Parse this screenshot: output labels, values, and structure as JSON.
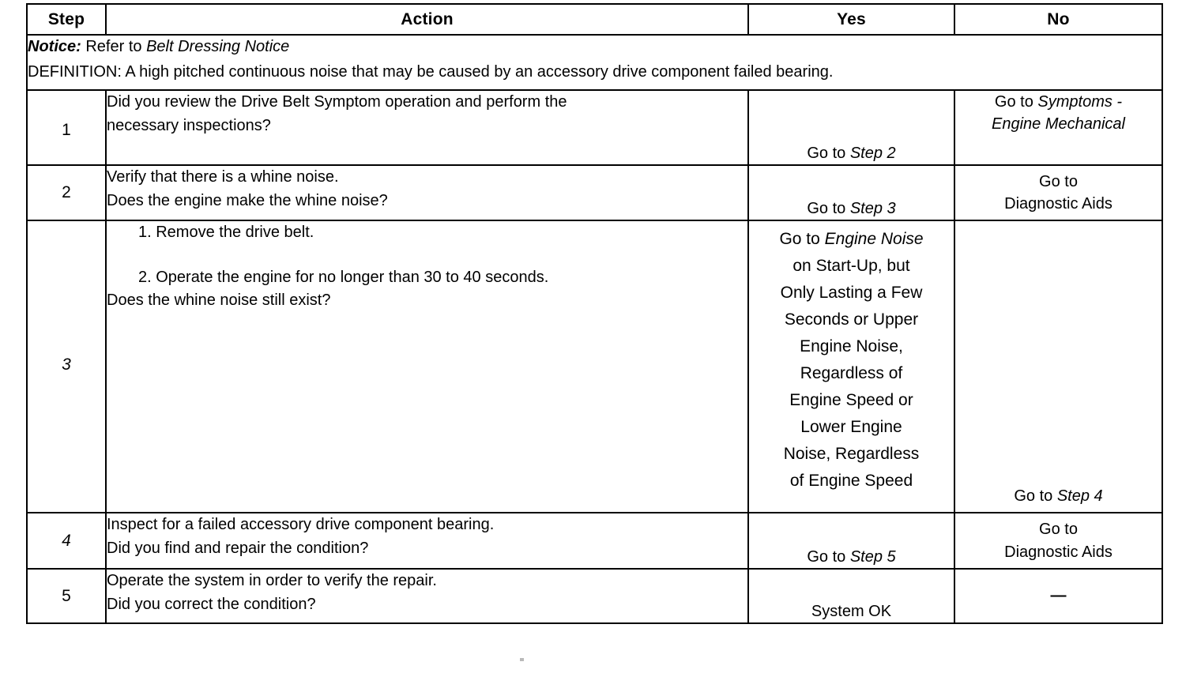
{
  "table": {
    "columns": [
      {
        "key": "step",
        "label": "Step"
      },
      {
        "key": "action",
        "label": "Action"
      },
      {
        "key": "yes",
        "label": "Yes"
      },
      {
        "key": "no",
        "label": "No"
      }
    ],
    "notice": {
      "label": "Notice:",
      "text_plain": "Refer to",
      "text_italic": "Belt Dressing Notice",
      "definition": "DEFINITION: A high pitched continuous noise that may be caused by an accessory drive component failed bearing."
    },
    "rows": [
      {
        "step": "1",
        "step_italic": false,
        "action_lines": [
          "Did you review the Drive Belt Symptom operation and perform the",
          "necessary inspections?"
        ],
        "yes_lines": [
          {
            "plain": "Go to ",
            "italic": "Step 2"
          }
        ],
        "no_lines": [
          {
            "plain": "Go to ",
            "italic": "Symptoms -"
          },
          {
            "plain": "",
            "italic": "Engine Mechanical"
          }
        ]
      },
      {
        "step": "2",
        "step_italic": false,
        "action_lines": [
          "Verify that there is a whine noise.",
          "Does the engine make the whine noise?"
        ],
        "yes_lines": [
          {
            "plain": "Go to ",
            "italic": "Step 3"
          }
        ],
        "no_lines": [
          {
            "plain": "Go to",
            "italic": ""
          },
          {
            "plain": "Diagnostic Aids",
            "italic": ""
          }
        ]
      },
      {
        "step": "3",
        "step_italic": true,
        "action_numbered": [
          "1.  Remove the drive belt.",
          "2.  Operate the engine for no longer than 30 to 40 seconds."
        ],
        "action_question": "Does the whine noise still exist?",
        "yes_lines": [
          {
            "plain": "Go to ",
            "italic": "Engine Noise"
          },
          {
            "plain": "on  Start-Up, but",
            "italic": ""
          },
          {
            "plain": "Only Lasting a Few",
            "italic": ""
          },
          {
            "plain": "Seconds or  Upper",
            "italic": ""
          },
          {
            "plain": "Engine Noise,",
            "italic": ""
          },
          {
            "plain": "Regardless of",
            "italic": ""
          },
          {
            "plain": "Engine Speed or",
            "italic": ""
          },
          {
            "plain": "Lower Engine",
            "italic": ""
          },
          {
            "plain": "Noise, Regardless",
            "italic": ""
          },
          {
            "plain": "of Engine Speed",
            "italic": ""
          }
        ],
        "no_lines": [
          {
            "plain": "Go to ",
            "italic": "Step 4"
          }
        ]
      },
      {
        "step": "4",
        "step_italic": true,
        "action_lines": [
          "Inspect for a failed accessory drive component bearing.",
          "Did you find and repair the condition?"
        ],
        "yes_lines": [
          {
            "plain": "Go to ",
            "italic": "Step 5"
          }
        ],
        "no_lines": [
          {
            "plain": "Go to",
            "italic": ""
          },
          {
            "plain": "Diagnostic Aids",
            "italic": ""
          }
        ]
      },
      {
        "step": "5",
        "step_italic": false,
        "action_lines": [
          "Operate the system in order to verify the repair.",
          "Did you correct the condition?"
        ],
        "yes_lines": [
          {
            "plain": "System OK",
            "italic": ""
          }
        ],
        "no_lines": [
          {
            "plain": "—",
            "italic": ""
          }
        ]
      }
    ]
  }
}
